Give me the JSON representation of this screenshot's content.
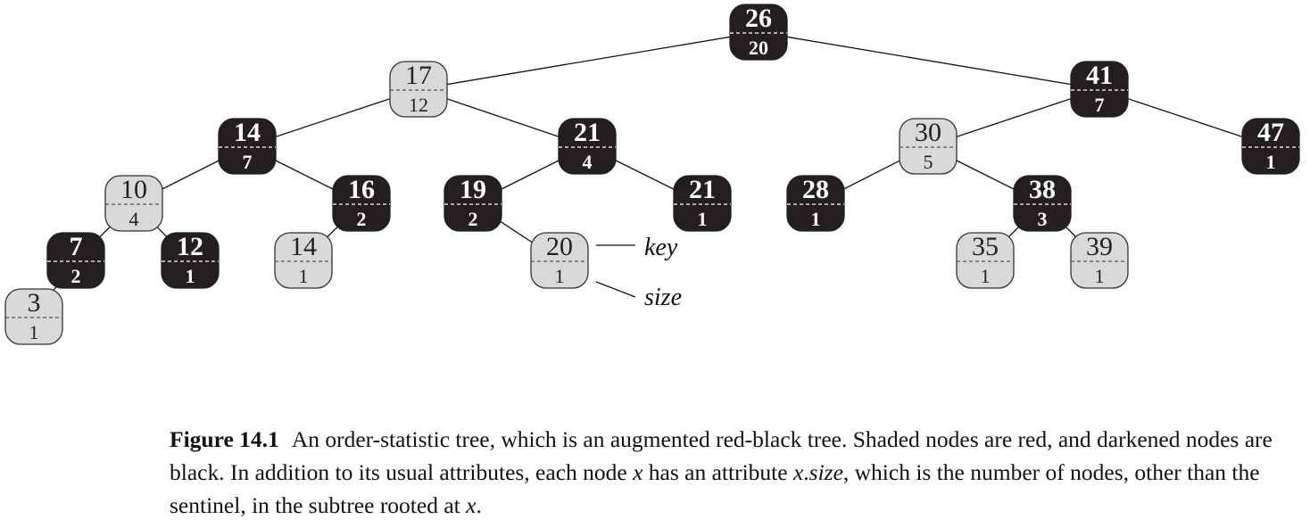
{
  "colors": {
    "black_node": "#231f20",
    "red_node": "#d9d9d9",
    "edge": "#111111",
    "divider_on_black": "#ffffff",
    "divider_on_red": "#555555"
  },
  "nodes": [
    {
      "id": "n26",
      "key": "26",
      "size": "20",
      "color": "black"
    },
    {
      "id": "n17",
      "key": "17",
      "size": "12",
      "color": "red"
    },
    {
      "id": "n41",
      "key": "41",
      "size": "7",
      "color": "black"
    },
    {
      "id": "n14a",
      "key": "14",
      "size": "7",
      "color": "black"
    },
    {
      "id": "n21a",
      "key": "21",
      "size": "4",
      "color": "black"
    },
    {
      "id": "n30",
      "key": "30",
      "size": "5",
      "color": "red"
    },
    {
      "id": "n47",
      "key": "47",
      "size": "1",
      "color": "black"
    },
    {
      "id": "n10",
      "key": "10",
      "size": "4",
      "color": "red"
    },
    {
      "id": "n16",
      "key": "16",
      "size": "2",
      "color": "black"
    },
    {
      "id": "n19",
      "key": "19",
      "size": "2",
      "color": "black"
    },
    {
      "id": "n21b",
      "key": "21",
      "size": "1",
      "color": "black"
    },
    {
      "id": "n28",
      "key": "28",
      "size": "1",
      "color": "black"
    },
    {
      "id": "n38",
      "key": "38",
      "size": "3",
      "color": "black"
    },
    {
      "id": "n7",
      "key": "7",
      "size": "2",
      "color": "black"
    },
    {
      "id": "n12",
      "key": "12",
      "size": "1",
      "color": "black"
    },
    {
      "id": "n14b",
      "key": "14",
      "size": "1",
      "color": "red"
    },
    {
      "id": "n20",
      "key": "20",
      "size": "1",
      "color": "red"
    },
    {
      "id": "n35",
      "key": "35",
      "size": "1",
      "color": "red"
    },
    {
      "id": "n39",
      "key": "39",
      "size": "1",
      "color": "red"
    },
    {
      "id": "n3",
      "key": "3",
      "size": "1",
      "color": "red"
    }
  ],
  "edges": [
    [
      "n26",
      "n17"
    ],
    [
      "n26",
      "n41"
    ],
    [
      "n17",
      "n14a"
    ],
    [
      "n17",
      "n21a"
    ],
    [
      "n41",
      "n30"
    ],
    [
      "n41",
      "n47"
    ],
    [
      "n14a",
      "n10"
    ],
    [
      "n14a",
      "n16"
    ],
    [
      "n21a",
      "n19"
    ],
    [
      "n21a",
      "n21b"
    ],
    [
      "n30",
      "n28"
    ],
    [
      "n30",
      "n38"
    ],
    [
      "n10",
      "n7"
    ],
    [
      "n10",
      "n12"
    ],
    [
      "n16",
      "n14b"
    ],
    [
      "n19",
      "n20"
    ],
    [
      "n38",
      "n35"
    ],
    [
      "n38",
      "n39"
    ],
    [
      "n7",
      "n3"
    ]
  ],
  "legend": {
    "key_label": "key",
    "size_label": "size"
  },
  "caption": {
    "label": "Figure 14.1",
    "seg1": "An order-statistic tree, which is an augmented red-black tree. Shaded nodes are red, and darkened nodes are black. In addition to its usual attributes, each node ",
    "var1": "x",
    "seg2": " has an attribute ",
    "var2": "x",
    "dot": ".",
    "attr": "size",
    "seg3": ", which is the number of nodes, other than the sentinel, in the subtree rooted at ",
    "var3": "x",
    "seg4": "."
  }
}
